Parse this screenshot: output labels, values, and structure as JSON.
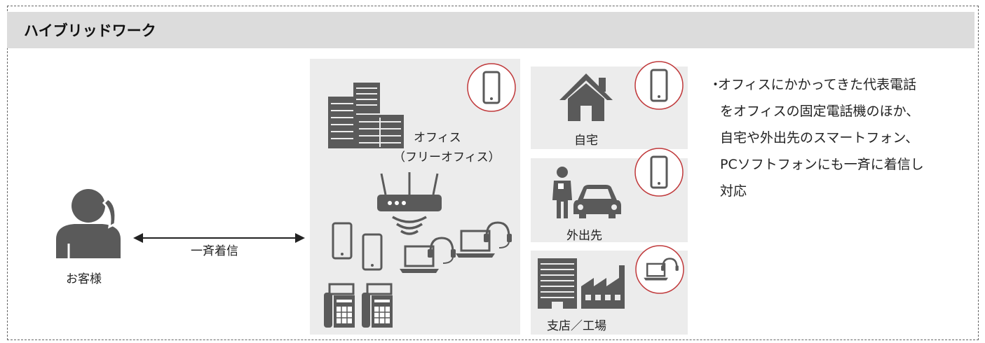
{
  "header": {
    "title": "ハイブリッドワーク"
  },
  "customer": {
    "label": "お客様"
  },
  "arrow": {
    "label": "一斉着信"
  },
  "office": {
    "line1": "オフィス",
    "line2": "（フリーオフィス）"
  },
  "home": {
    "label": "自宅"
  },
  "outside": {
    "label": "外出先"
  },
  "branch": {
    "label": "支店／工場"
  },
  "description": {
    "bullet": "・",
    "lines": [
      "オフィスにかかってきた代表電話",
      "をオフィスの固定電話機のほか、",
      "自宅や外出先のスマートフォン、",
      "PCソフトフォンにも一斉に着信し",
      "対応"
    ]
  },
  "colors": {
    "icon": "#5a5a5a",
    "accent_circle": "#c0393b",
    "panel": "#ececec",
    "header": "#dcdcdc"
  }
}
